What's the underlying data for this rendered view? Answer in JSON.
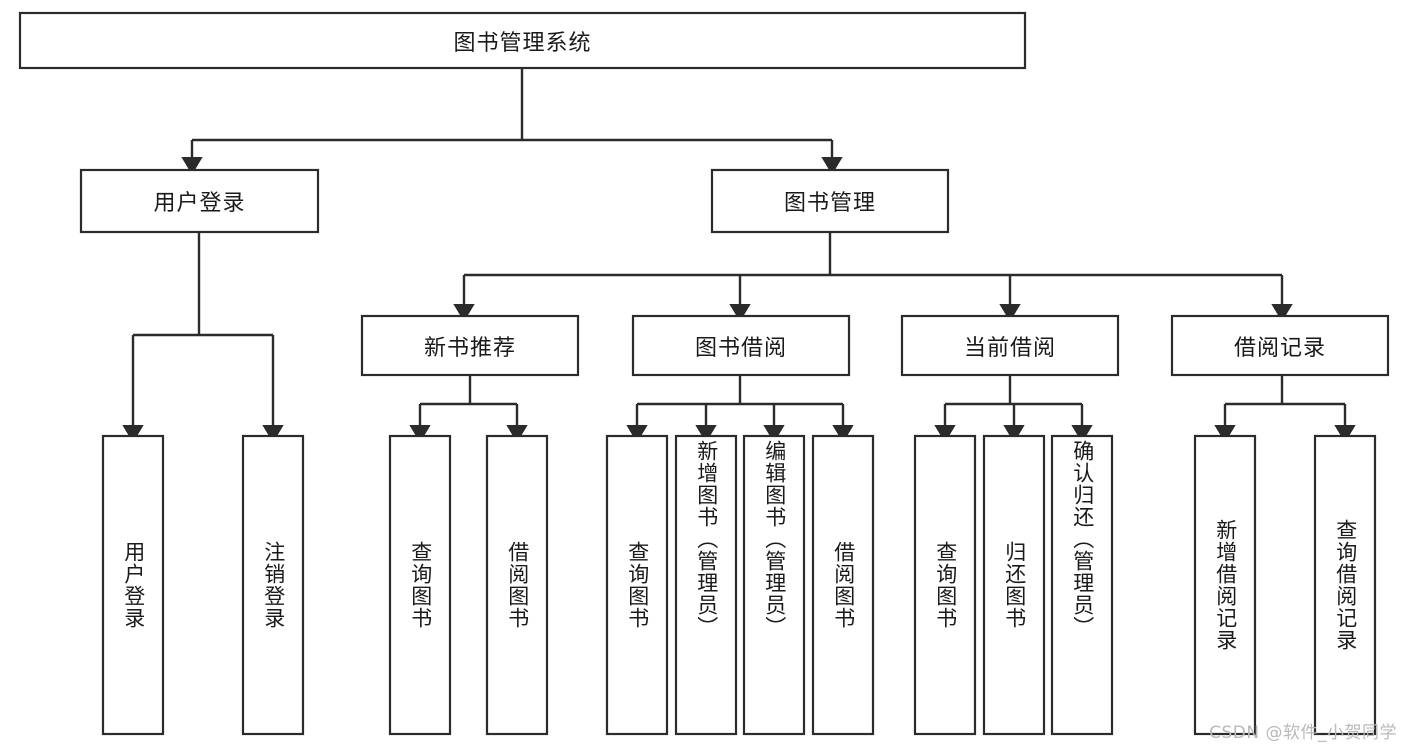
{
  "diagram": {
    "title": "图书管理系统",
    "type": "tree-hierarchy",
    "watermark": "CSDN @软件_小贺同学",
    "colors": {
      "stroke": "#2b2b2b",
      "fill": "#ffffff",
      "text": "#1a1a1a",
      "watermark": "#b9b9b9"
    },
    "levels": {
      "root": {
        "label": "图书管理系统"
      },
      "level2": [
        {
          "label": "用户登录"
        },
        {
          "label": "图书管理"
        }
      ],
      "level3": [
        {
          "label": "新书推荐"
        },
        {
          "label": "图书借阅"
        },
        {
          "label": "当前借阅"
        },
        {
          "label": "借阅记录"
        }
      ]
    },
    "leaves": {
      "user_login": [
        {
          "label": "用户登录"
        },
        {
          "label": "注销登录"
        }
      ],
      "new_book_recommend": [
        {
          "label": "查询图书"
        },
        {
          "label": "借阅图书"
        }
      ],
      "book_borrow": [
        {
          "label": "查询图书"
        },
        {
          "label": "新增图书（管理员）"
        },
        {
          "label": "编辑图书（管理员）"
        },
        {
          "label": "借阅图书"
        }
      ],
      "current_borrow": [
        {
          "label": "查询图书"
        },
        {
          "label": "归还图书"
        },
        {
          "label": "确认归还（管理员）"
        }
      ],
      "borrow_record": [
        {
          "label": "新增借阅记录"
        },
        {
          "label": "查询借阅记录"
        }
      ]
    }
  }
}
